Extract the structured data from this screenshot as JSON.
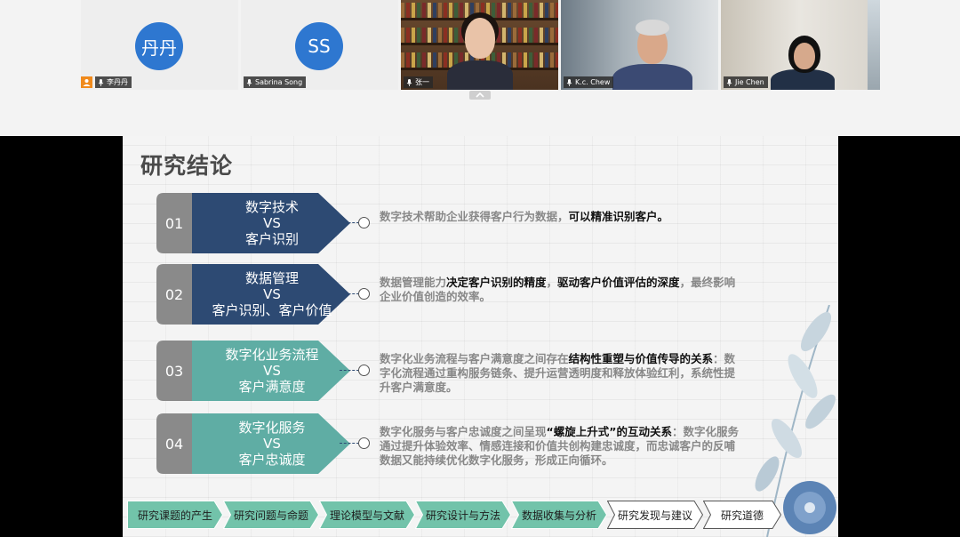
{
  "gallery": {
    "participants": [
      {
        "name": "李丹丹",
        "avatar_text": "丹丹",
        "host": true
      },
      {
        "name": "Sabrina Song",
        "avatar_text": "SS"
      },
      {
        "name": "张一",
        "video": true,
        "active": true
      },
      {
        "name": "K.c. Chew",
        "video": true
      },
      {
        "name": "Jie Chen",
        "video": true
      }
    ]
  },
  "slide": {
    "title": "研究结论",
    "rows": [
      {
        "number": "01",
        "label": [
          "数字技术",
          "VS",
          "客户识别"
        ],
        "text_segments": [
          {
            "t": "数字技术帮助企业获得客户行为数据，",
            "bold": false
          },
          {
            "t": "可以精准识别客户。",
            "bold": true
          }
        ]
      },
      {
        "number": "02",
        "label": [
          "数据管理",
          "VS",
          "客户识别、客户价值"
        ],
        "text_segments": [
          {
            "t": "数据管理能力",
            "bold": false
          },
          {
            "t": "决定客户识别的精度",
            "bold": true
          },
          {
            "t": "，",
            "bold": false
          },
          {
            "t": "驱动客户价值评估的深度",
            "bold": true
          },
          {
            "t": "，最终影响企业价值创造的效率。",
            "bold": false
          }
        ]
      },
      {
        "number": "03",
        "label": [
          "数字化业务流程",
          "VS",
          "客户满意度"
        ],
        "text_segments": [
          {
            "t": "数字化业务流程与客户满意度之间存在",
            "bold": false
          },
          {
            "t": "结构性重塑与价值传导的关系",
            "bold": true
          },
          {
            "t": "：数字化流程通过重构服务链条、提升运营透明度和释放体验红利，系统性提升客户满意度。",
            "bold": false
          }
        ]
      },
      {
        "number": "04",
        "label": [
          "数字化服务",
          "VS",
          "客户忠诚度"
        ],
        "text_segments": [
          {
            "t": "数字化服务与客户忠诚度之间呈现",
            "bold": false
          },
          {
            "t": "“螺旋上升式”的互动关系",
            "bold": true
          },
          {
            "t": "：数字化服务通过提升体验效率、情感连接和价值共创构建忠诚度，而忠诚客户的反哺数据又能持续优化数字化服务，形成正向循环。",
            "bold": false
          }
        ]
      }
    ],
    "steps": [
      {
        "label": "研究课题的产生",
        "state": "done"
      },
      {
        "label": "研究问题与命题",
        "state": "done"
      },
      {
        "label": "理论模型与文献",
        "state": "done"
      },
      {
        "label": "研究设计与方法",
        "state": "done"
      },
      {
        "label": "数据收集与分析",
        "state": "done"
      },
      {
        "label": "研究发现与建议",
        "state": "todo"
      },
      {
        "label": "研究道德",
        "state": "todo"
      }
    ]
  },
  "colors": {
    "navy": "#2d4a73",
    "teal": "#5fada4",
    "gray_box": "#8a8a8a",
    "step_done": "#72c3aa",
    "host_badge": "#f08a1c",
    "avatar_blue": "#2e77d0",
    "active_border": "#2fa84f"
  },
  "icons": [
    "mic-icon",
    "user-icon",
    "chevron-up-icon"
  ]
}
